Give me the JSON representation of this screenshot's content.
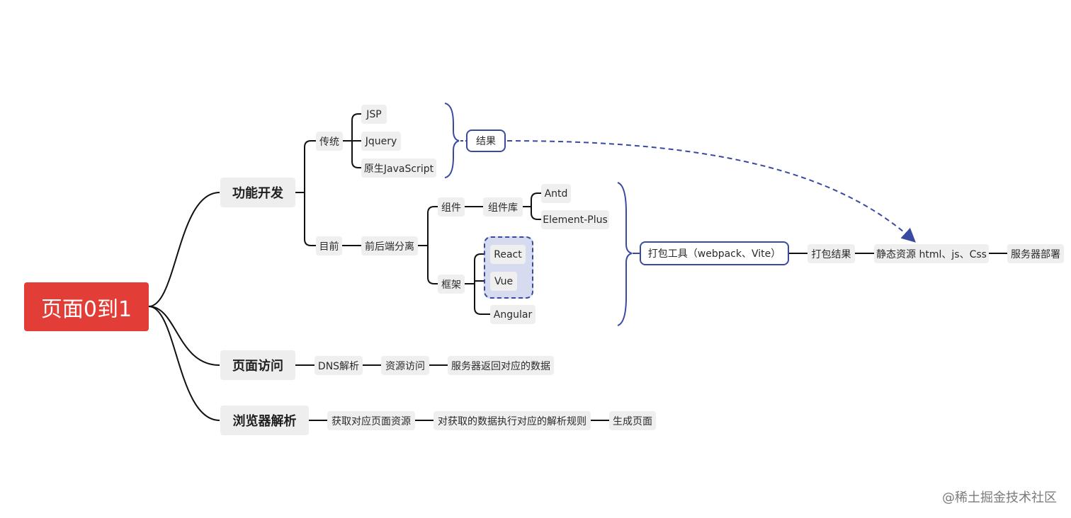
{
  "root": "页面0到1",
  "branches": {
    "dev": "功能开发",
    "visit": "页面访问",
    "parse": "浏览器解析"
  },
  "dev": {
    "traditional": "传统",
    "traditional_items": [
      "JSP",
      "Jquery",
      "原生JavaScript"
    ],
    "result": "结果",
    "current": "目前",
    "separation": "前后端分离",
    "components": "组件",
    "component_lib": "组件库",
    "libs": [
      "Antd",
      "Element-Plus"
    ],
    "frameworks": "框架",
    "framework_items": [
      "React",
      "Vue",
      "Angular"
    ],
    "bundler": "打包工具（webpack、Vite）",
    "bundle_result": "打包结果",
    "static_assets": "静态资源 html、js、Css",
    "deploy": "服务器部署"
  },
  "visit": {
    "steps": [
      "DNS解析",
      "资源访问",
      "服务器返回对应的数据"
    ]
  },
  "parse": {
    "steps": [
      "获取对应页面资源",
      "对获取的数据执行对应的解析规则",
      "生成页面"
    ]
  },
  "colors": {
    "root": "#e23d36",
    "accent": "#3a4aa0",
    "node_bg": "#efefef",
    "line": "#111111"
  },
  "watermark": "@稀土掘金技术社区"
}
